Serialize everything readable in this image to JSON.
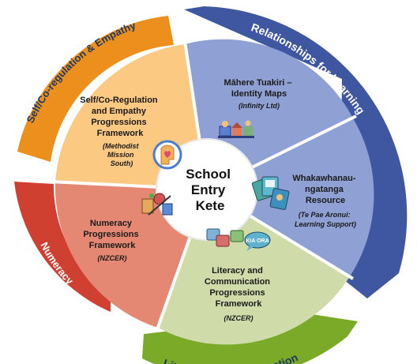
{
  "center": {
    "lines": [
      "School",
      "Entry",
      "Kete"
    ]
  },
  "outer_bands": [
    {
      "id": "relationships",
      "label": "Relationships for Learning",
      "color": "#3f57a0"
    },
    {
      "id": "literacy",
      "label": "Literacy & Communication",
      "color": "#7ba928"
    },
    {
      "id": "numeracy",
      "label": "Numeracy",
      "color": "#cf4031"
    },
    {
      "id": "selfreg",
      "label": "Self/Co-regulation & Empathy",
      "color": "#ec8f1d"
    }
  ],
  "segments": [
    {
      "id": "mahere",
      "title_lines": [
        "Māhere Tuakiri –",
        "Identity Maps"
      ],
      "source_lines": [
        "(Infinity Ltd)"
      ],
      "color": "#8fa0d4",
      "icon": "identity-map-icon"
    },
    {
      "id": "whaka",
      "title_lines": [
        "Whakawhanau-",
        "ngatanga",
        "Resource"
      ],
      "source_lines": [
        "(Te Pae Aronui:",
        "Learning Support)"
      ],
      "color": "#8fa0d4",
      "icon": "resource-cards-icon"
    },
    {
      "id": "literacy",
      "title_lines": [
        "Literacy and",
        "Communication",
        "Progressions",
        "Framework"
      ],
      "source_lines": [
        "(NZCER)"
      ],
      "color": "#cfdcaa",
      "icon": "kia-ora-speech-icon"
    },
    {
      "id": "numeracy",
      "title_lines": [
        "Numeracy",
        "Progressions",
        "Framework"
      ],
      "source_lines": [
        "(NZCER)"
      ],
      "color": "#e48873",
      "icon": "numeracy-tools-icon"
    },
    {
      "id": "selfreg",
      "title_lines": [
        "Self/Co-Regulation",
        "and Empathy",
        "Progressions",
        "Framework"
      ],
      "source_lines": [
        "(Methodist",
        "Mission",
        "South)"
      ],
      "color": "#fbc981",
      "icon": "head-heart-icon"
    }
  ]
}
